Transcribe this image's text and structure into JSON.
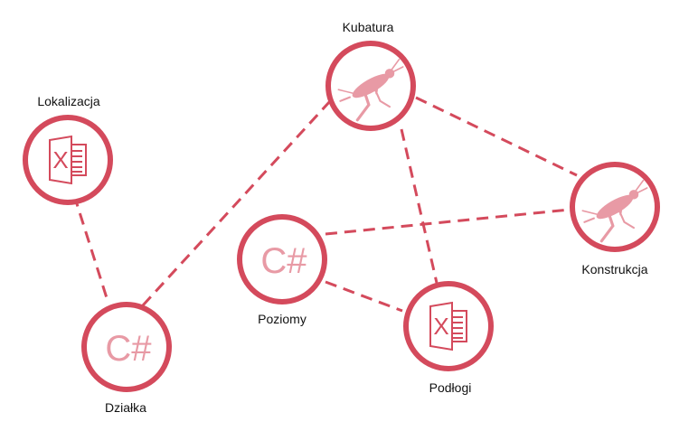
{
  "colors": {
    "accent": "#d44a5c",
    "icon_fill": "#e89aa5",
    "label_text": "#111111",
    "background": "#ffffff"
  },
  "nodes": {
    "kubatura": {
      "label": "Kubatura",
      "icon": "grasshopper-icon"
    },
    "lokalizacja": {
      "label": "Lokalizacja",
      "icon": "excel-icon"
    },
    "konstrukcja": {
      "label": "Konstrukcja",
      "icon": "grasshopper-icon"
    },
    "poziomy": {
      "label": "Poziomy",
      "icon": "csharp-icon"
    },
    "podlogi": {
      "label": "Podłogi",
      "icon": "excel-icon"
    },
    "dzialka": {
      "label": "Działka",
      "icon": "csharp-icon"
    }
  },
  "icon_glyphs": {
    "csharp": "C#",
    "excel": "X"
  },
  "connections": [
    {
      "from": "Lokalizacja",
      "to": "Działka"
    },
    {
      "from": "Działka",
      "to": "Kubatura"
    },
    {
      "from": "Kubatura",
      "to": "Konstrukcja"
    },
    {
      "from": "Kubatura",
      "to": "Podłogi"
    },
    {
      "from": "Poziomy",
      "to": "Konstrukcja"
    },
    {
      "from": "Poziomy",
      "to": "Podłogi"
    }
  ]
}
